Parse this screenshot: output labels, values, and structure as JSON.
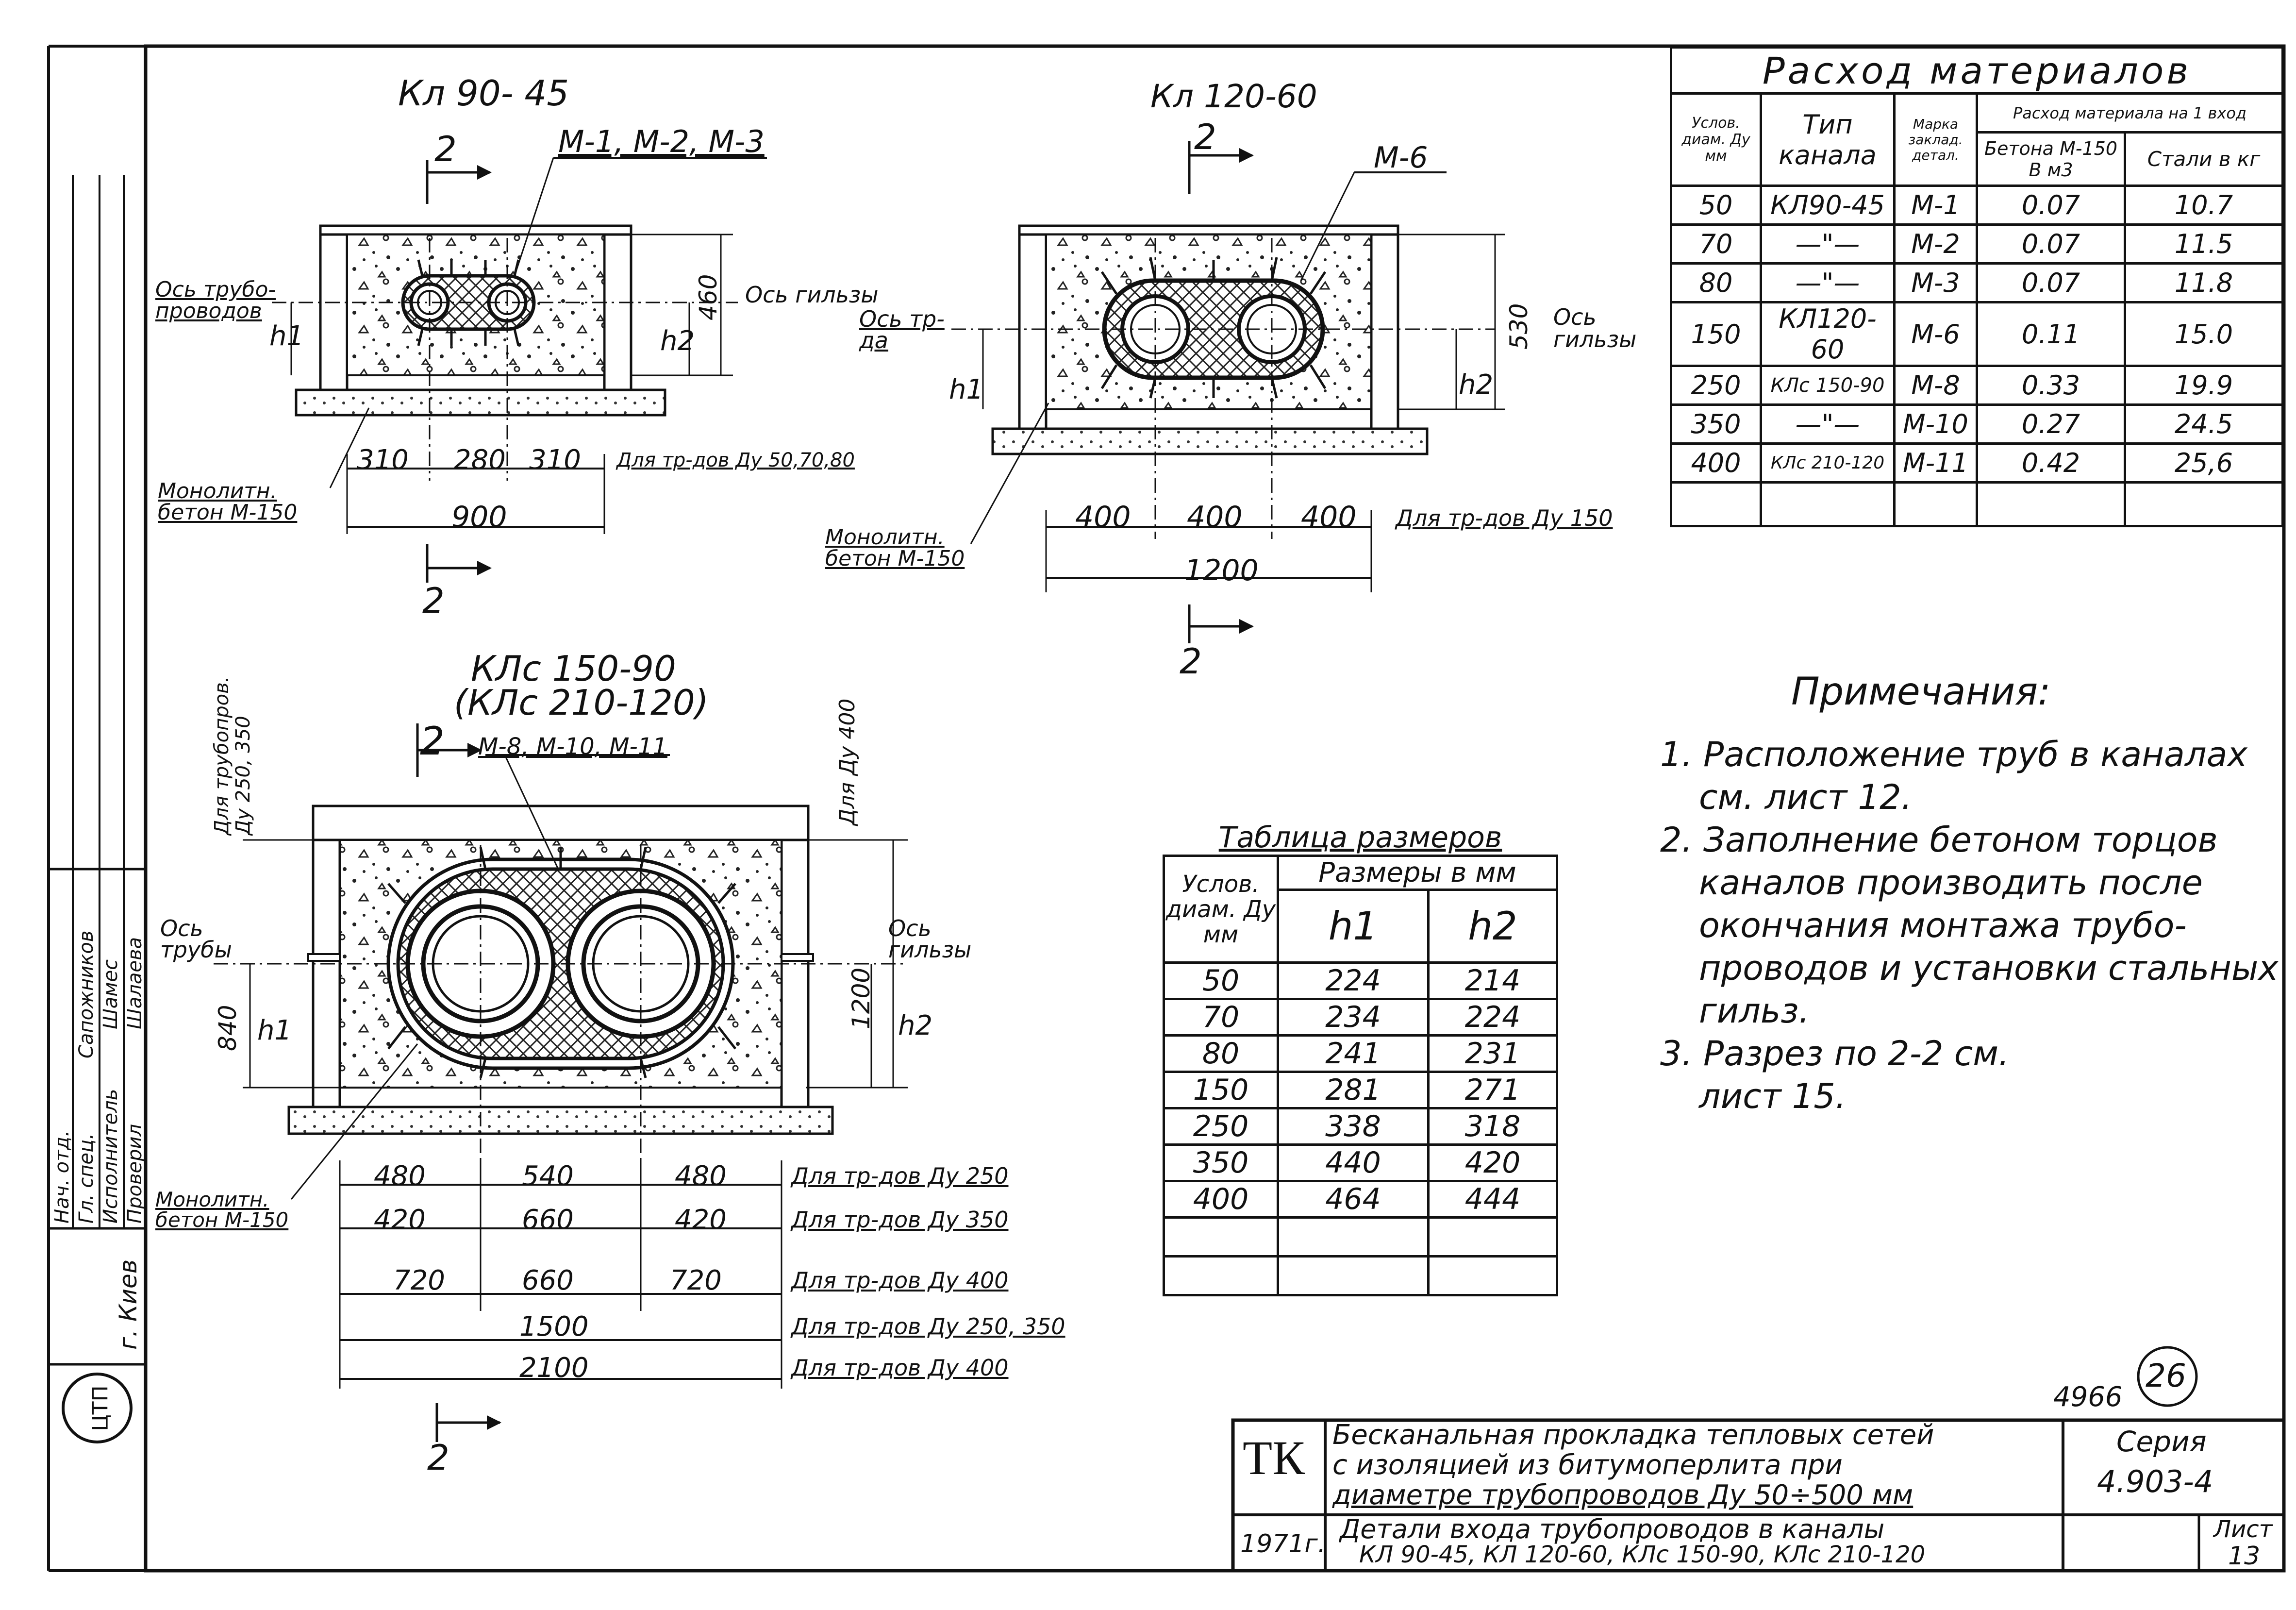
{
  "views": {
    "kl9045": {
      "title": "Кл 90- 45",
      "section_top": "2",
      "section_bottom": "2",
      "mark_label": "М-1, М-2, М-3",
      "axis_pipe": "Ось трубо-проводов",
      "axis_sleeve": "Ось гильзы",
      "h1": "h1",
      "h2": "h2",
      "dim_height": "460",
      "dims": [
        "310",
        "280",
        "310"
      ],
      "dims_note": "Для тр-дов Ду 50,70,80",
      "dim_total": "900",
      "concrete": "Монолитн. бетон М-150"
    },
    "kl12060": {
      "title": "Кл 120-60",
      "section_top": "2",
      "section_bottom": "2",
      "mark_label": "М-6",
      "axis_pipe": "Ось тр-да",
      "axis_sleeve": "Ось гильзы",
      "h1": "h1",
      "h2": "h2",
      "dim_height": "530",
      "dims": [
        "400",
        "400",
        "400"
      ],
      "dims_note": "Для тр-дов Ду 150",
      "dim_total": "1200",
      "concrete": "Монолитн. бетон М-150"
    },
    "klc15090": {
      "title": "КЛс 150-90",
      "title2": "(КЛс 210-120)",
      "section_top": "2",
      "section_bottom": "2",
      "mark_label": "М-8, М-10, М-11",
      "left_note": "Для трубопров. Ду 250, 350",
      "right_note": "Для Ду 400",
      "axis_pipe": "Ось трубы",
      "axis_sleeve": "Ось гильзы",
      "h1": "h1",
      "h2": "h2",
      "dim_left": "840",
      "dim_right": "1200",
      "concrete": "Монолитн. бетон М-150",
      "dim_rows": [
        {
          "a": "480",
          "b": "540",
          "c": "480",
          "note": "Для тр-дов Ду 250"
        },
        {
          "a": "420",
          "b": "660",
          "c": "420",
          "note": "Для тр-дов Ду 350"
        },
        {
          "a": "720",
          "b": "660",
          "c": "720",
          "note": "Для тр-дов Ду 400"
        }
      ],
      "total1": "1500",
      "total1_note": "Для тр-дов Ду 250, 350",
      "total2": "2100",
      "total2_note": "Для тр-дов Ду 400"
    }
  },
  "materials": {
    "title": "Расход материалов",
    "h_diam": "Услов. диам. Ду мм",
    "h_type": "Тип канала",
    "h_mark": "Марка заклад. детал.",
    "h_consumption": "Расход материала на 1 вход",
    "h_concrete": "Бетона М-150 В м3",
    "h_steel": "Стали в кг",
    "rows": [
      {
        "d": "50",
        "type": "КЛ90-45",
        "mark": "М-1",
        "concrete": "0.07",
        "steel": "10.7"
      },
      {
        "d": "70",
        "type": "—\"—",
        "mark": "М-2",
        "concrete": "0.07",
        "steel": "11.5"
      },
      {
        "d": "80",
        "type": "—\"—",
        "mark": "М-3",
        "concrete": "0.07",
        "steel": "11.8"
      },
      {
        "d": "150",
        "type": "КЛ120-60",
        "mark": "М-6",
        "concrete": "0.11",
        "steel": "15.0"
      },
      {
        "d": "250",
        "type": "КЛс 150-90",
        "mark": "М-8",
        "concrete": "0.33",
        "steel": "19.9"
      },
      {
        "d": "350",
        "type": "—\"—",
        "mark": "М-10",
        "concrete": "0.27",
        "steel": "24.5"
      },
      {
        "d": "400",
        "type": "КЛс 210-120",
        "mark": "М-11",
        "concrete": "0.42",
        "steel": "25,6"
      }
    ]
  },
  "notes": {
    "title": "Примечания:",
    "lines": [
      "1. Расположение труб в каналах",
      "см. лист 12.",
      "2. Заполнение бетоном торцов",
      "каналов производить после",
      "окончания монтажа трубо-",
      "проводов и установки стальных",
      "гильз.",
      "3. Разрез   по   2-2   см.",
      "лист 15."
    ]
  },
  "sizes": {
    "title": "Таблица размеров",
    "h_diam": "Услов. диам. Ду мм",
    "h_sizes": "Размеры в мм",
    "h1": "h1",
    "h2": "h2",
    "rows": [
      {
        "d": "50",
        "h1": "224",
        "h2": "214"
      },
      {
        "d": "70",
        "h1": "234",
        "h2": "224"
      },
      {
        "d": "80",
        "h1": "241",
        "h2": "231"
      },
      {
        "d": "150",
        "h1": "281",
        "h2": "271"
      },
      {
        "d": "250",
        "h1": "338",
        "h2": "318"
      },
      {
        "d": "350",
        "h1": "440",
        "h2": "420"
      },
      {
        "d": "400",
        "h1": "464",
        "h2": "444"
      }
    ]
  },
  "title_block": {
    "code": "ТК",
    "line1": "Бесканальная прокладка тепловых сетей",
    "line2": "с изоляцией из битумоперлита при",
    "line3": "диаметре трубопроводов Ду 50÷500 мм",
    "line4": "Детали входа трубопроводов в каналы",
    "line5": "КЛ 90-45, КЛ 120-60, КЛс 150-90, КЛс 210-120",
    "year": "1971г.",
    "series_label": "Серия",
    "series": "4.903-4",
    "sheet_label": "Лист",
    "sheet": "13",
    "inv": "4966",
    "circle": "26"
  },
  "sidebar": {
    "roles": [
      "Нач. отд.",
      "Гл. спец.",
      "Исполнитель",
      "Проверил"
    ],
    "names": [
      "Сапожников",
      "Шамес",
      "Шалаева",
      ""
    ],
    "city": "г. Киев",
    "stamp": "ЦТП"
  }
}
